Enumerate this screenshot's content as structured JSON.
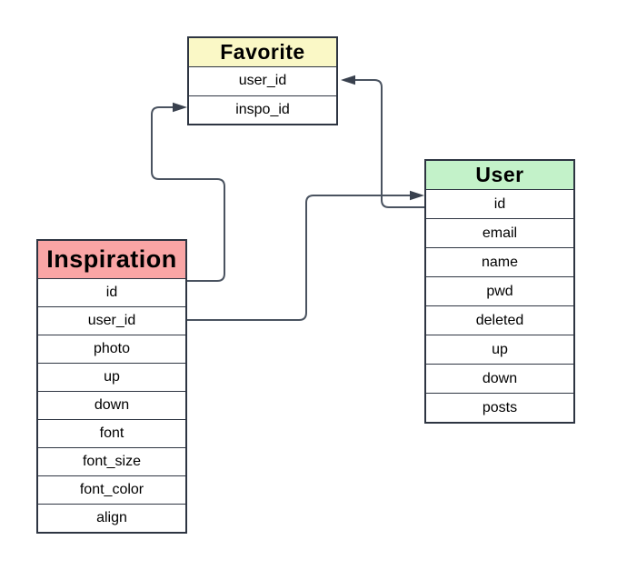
{
  "diagram": {
    "background_color": "#ffffff",
    "table_border_color": "#2E3542",
    "connector_color": "#4A5360",
    "arrowhead_color": "#39414E",
    "tables": [
      {
        "title": "Favorite",
        "header_color": "#FAF8C6",
        "fields": [
          "user_id",
          "inspo_id"
        ]
      },
      {
        "title": "User",
        "header_color": "#C3F2C9",
        "fields": [
          "id",
          "email",
          "name",
          "pwd",
          "deleted",
          "up",
          "down",
          "posts"
        ]
      },
      {
        "title": "Inspiration",
        "header_color": "#F9A5A5",
        "fields": [
          "id",
          "user_id",
          "photo",
          "up",
          "down",
          "font",
          "font_size",
          "font_color",
          "align"
        ]
      }
    ],
    "connections": [
      {
        "from": "Inspiration.id",
        "to": "Favorite.inspo_id"
      },
      {
        "from": "Inspiration.user_id",
        "to": "User.id"
      },
      {
        "from": "User.id",
        "to": "Favorite.user_id"
      }
    ]
  }
}
